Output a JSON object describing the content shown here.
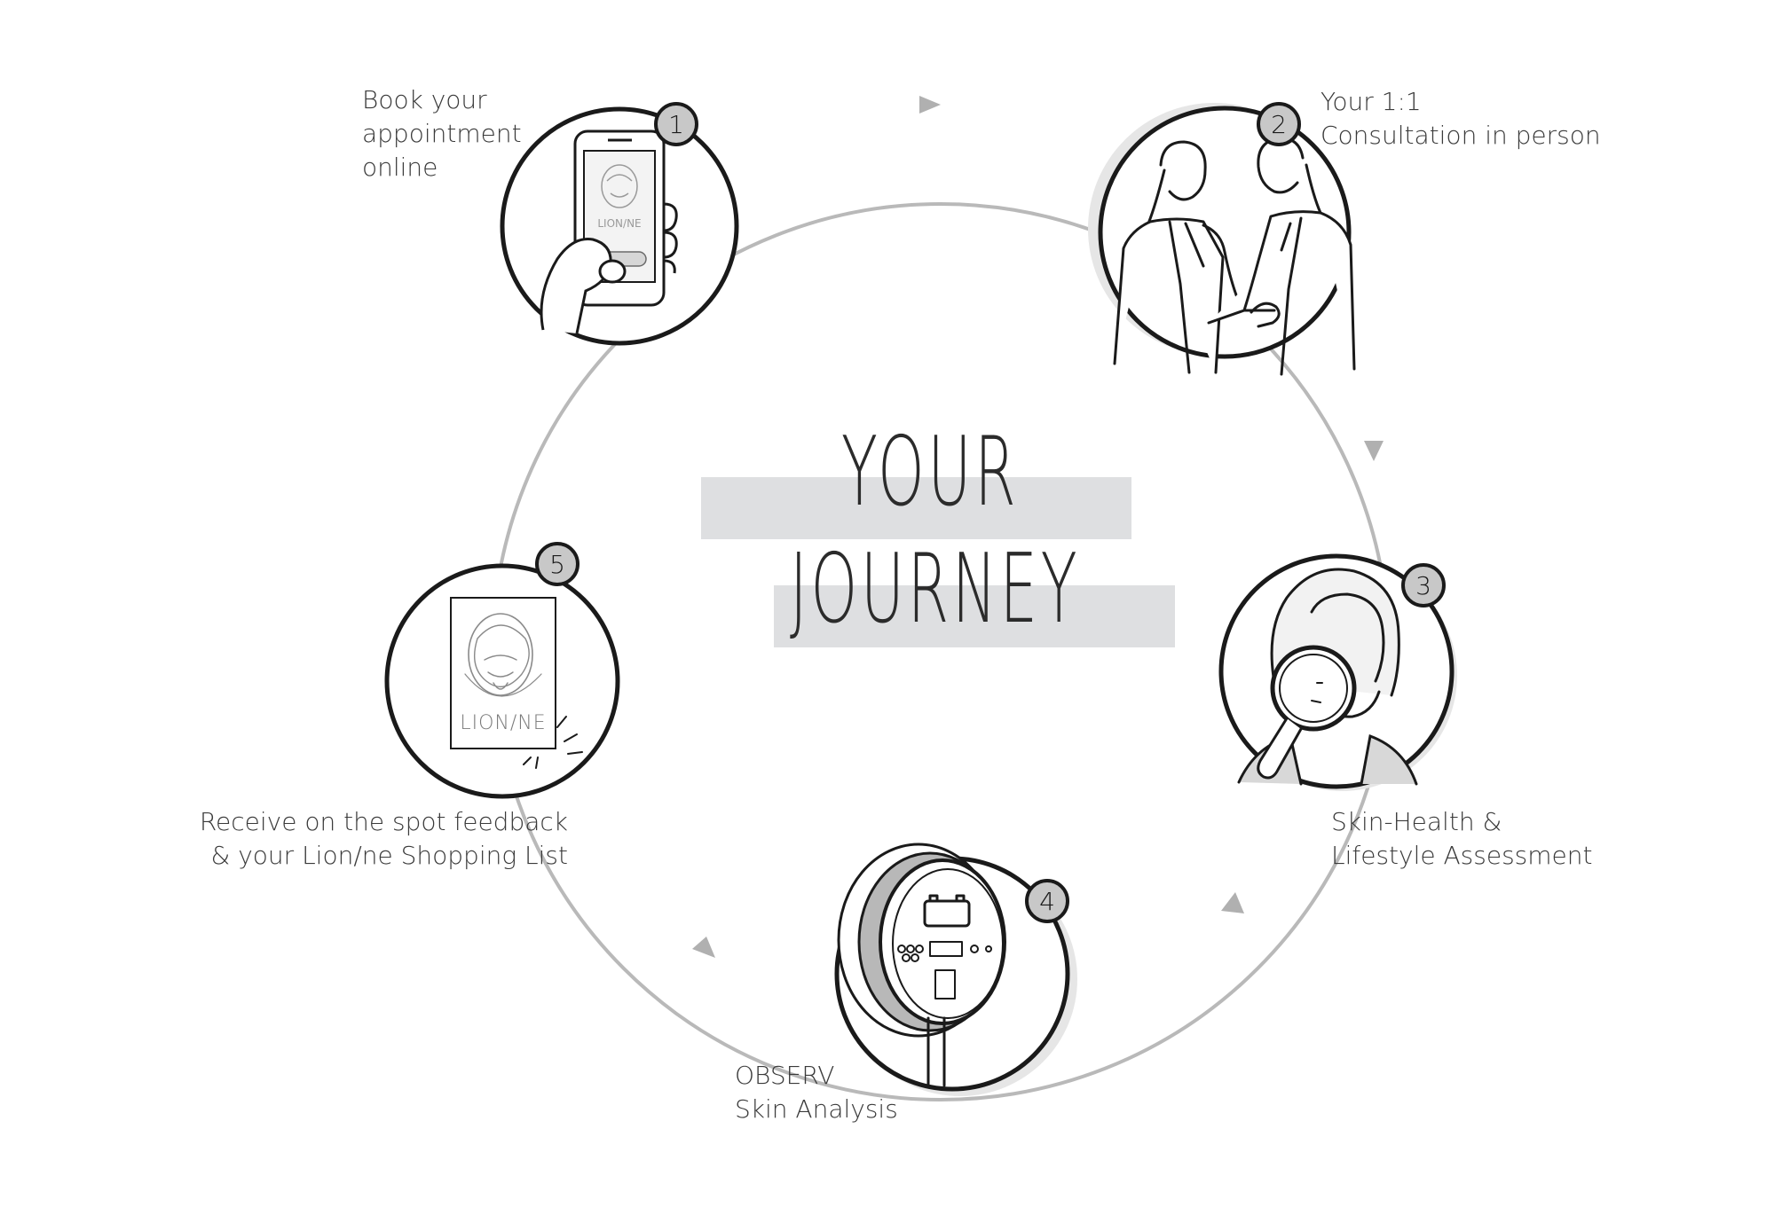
{
  "title": {
    "line1": "YOUR",
    "line2": "JOURNEY"
  },
  "steps": [
    {
      "number": "1",
      "lines": [
        "Book your",
        "appointment",
        "online"
      ],
      "illustration": "phone-booking-icon"
    },
    {
      "number": "2",
      "lines": [
        "Your 1:1",
        "Consultation in person"
      ],
      "illustration": "handshake-icon"
    },
    {
      "number": "3",
      "lines": [
        "Skin-Health &",
        "Lifestyle Assessment"
      ],
      "illustration": "magnifying-glass-icon"
    },
    {
      "number": "4",
      "lines": [
        "OBSERV",
        "Skin Analysis"
      ],
      "illustration": "skin-analysis-device-icon"
    },
    {
      "number": "5",
      "lines": [
        "Receive on the spot feedback",
        "& your Lion/ne Shopping List"
      ],
      "illustration": "shopping-list-card-icon"
    }
  ],
  "brand": {
    "logo_text": "LION/NE"
  },
  "colors": {
    "ring": "#b9b9b9",
    "band": "#dedfe1",
    "badge_fill": "#c8c8c8",
    "ink": "#1a1a1a",
    "text": "#3a3a3a"
  }
}
